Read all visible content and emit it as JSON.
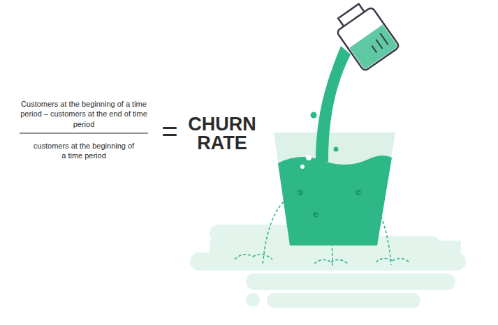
{
  "diagram": {
    "labels": [
      "Customers at the beginning of a time period – customers at the end of time period",
      "customers at the beginning of a time period",
      "=",
      "CHURN RATE"
    ]
  }
}
